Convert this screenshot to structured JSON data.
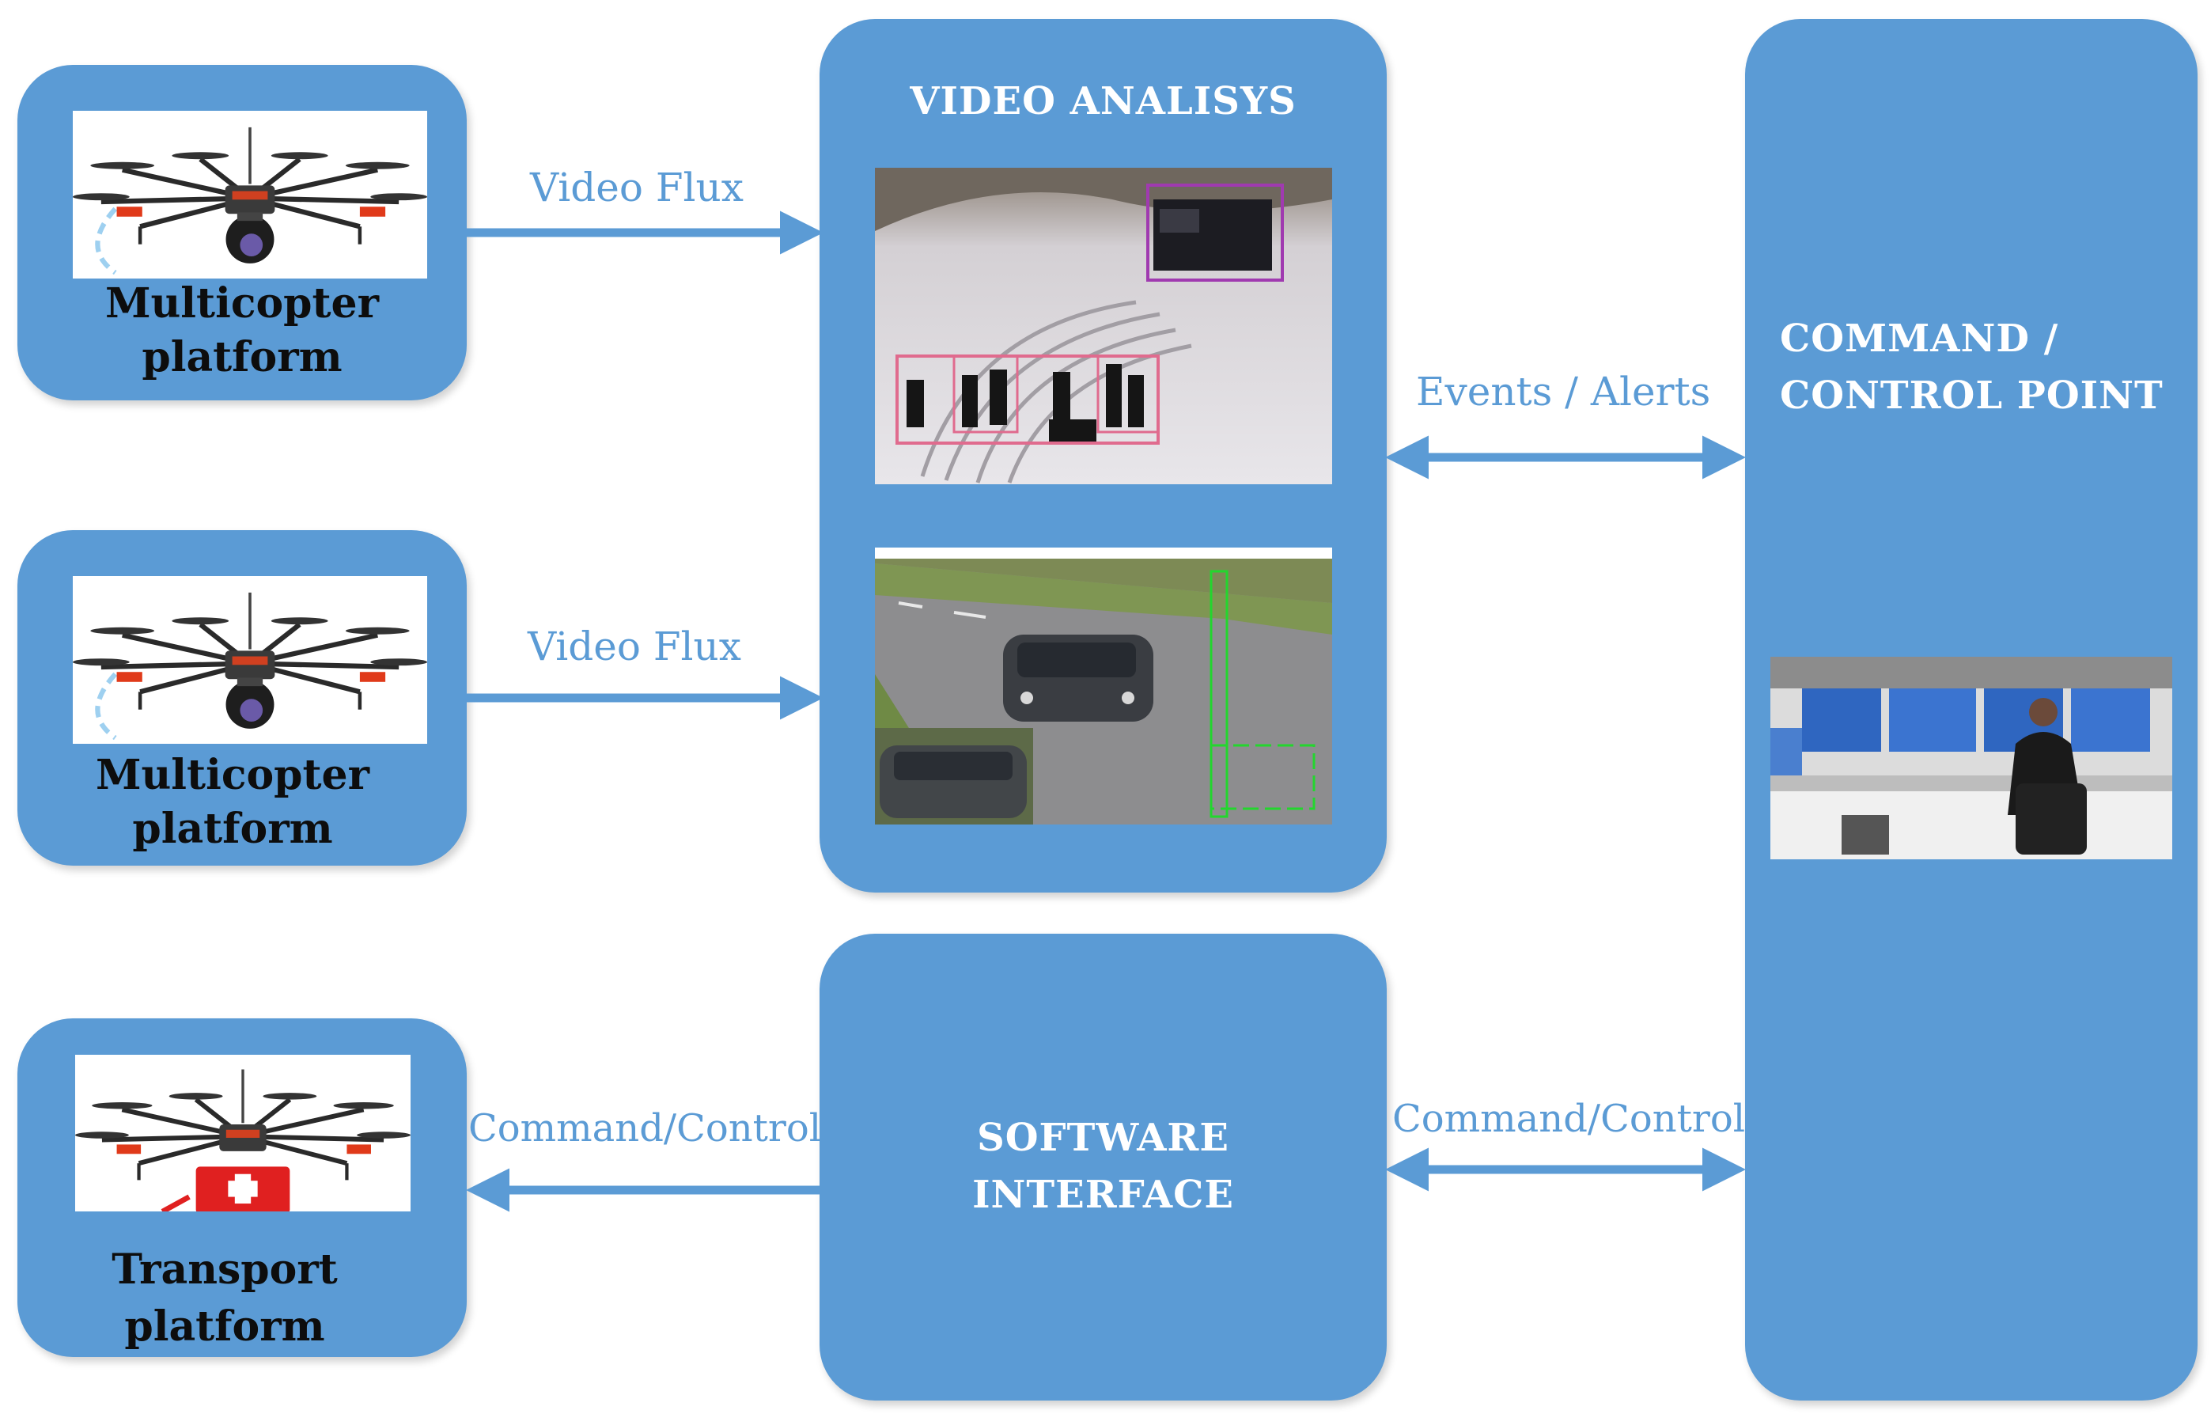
{
  "platforms": [
    {
      "label_line1": "Multicopter",
      "label_line2": "platform",
      "image_icon": "multicopter-drone-icon"
    },
    {
      "label_line1": "Multicopter",
      "label_line2": "platform",
      "image_icon": "multicopter-drone-icon"
    },
    {
      "label_line1": "Transport",
      "label_line2": "platform",
      "image_icon": "transport-drone-icon"
    }
  ],
  "video_analysis": {
    "title": "VIDEO ANALISYS"
  },
  "software_interface": {
    "title_line1": "SOFTWARE",
    "title_line2": "INTERFACE"
  },
  "command_point": {
    "title_line1": "COMMAND /",
    "title_line2": "CONTROL POINT"
  },
  "flows": {
    "video_flux_1": "Video Flux",
    "video_flux_2": "Video Flux",
    "events_alerts": "Events / Alerts",
    "command_control_left": "Command/Control",
    "command_control_right": "Command/Control"
  },
  "colors": {
    "box": "#5b9bd5",
    "arrow": "#5b9bd5",
    "box_text": "#ffffff",
    "label_text": "#0d0d0d"
  }
}
